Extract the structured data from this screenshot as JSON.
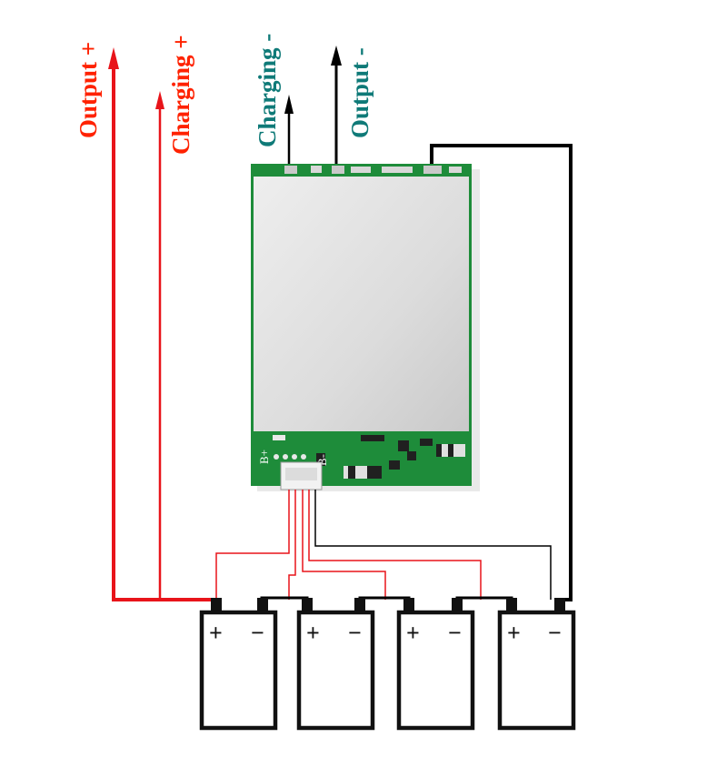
{
  "labels": {
    "output_plus": "Output +",
    "charging_plus": "Charging +",
    "charging_minus": "Charging -",
    "output_minus": "Output -"
  },
  "board": {
    "pad_b_plus": "B+",
    "pad_b_minus": "B-"
  },
  "battery": {
    "plus": "+",
    "minus": "−"
  },
  "colors": {
    "positive_wire": "#e8141a",
    "negative_wire": "#000000",
    "label_positive": "#ff2200",
    "label_negative": "#0f7a78",
    "pcb_green": "#1e8c3a",
    "heatsink": "#dddedd",
    "battery_outline": "#111111"
  }
}
